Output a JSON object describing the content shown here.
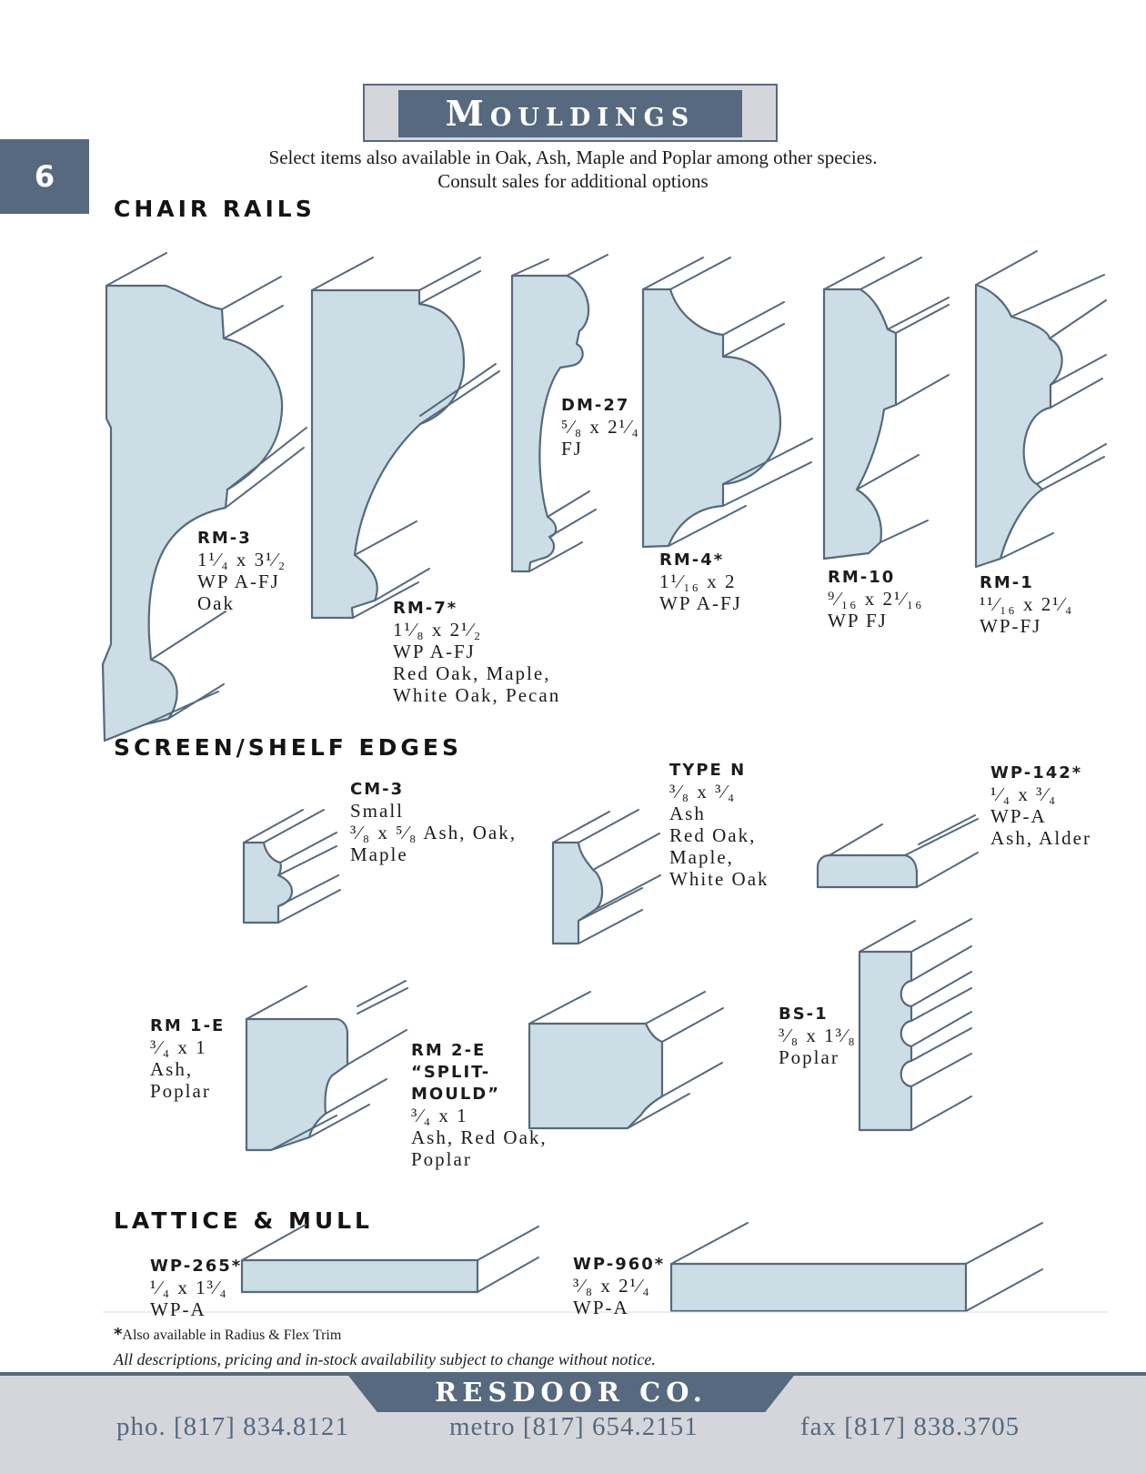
{
  "header": {
    "title": "Mouldings",
    "page_number": "6",
    "subtitle_line1": "Select items also available in Oak, Ash, Maple and Poplar among other species.",
    "subtitle_line2": "Consult sales for additional options"
  },
  "sections": {
    "chair_rails": "CHAIR RAILS",
    "screen_shelf": "SCREEN/SHELF EDGES",
    "lattice": "LATTICE & MULL"
  },
  "products": {
    "rm3": {
      "code": "RM-3",
      "size": "1¹⁄₄ x 3¹⁄₂",
      "l1": "WP A-FJ",
      "l2": "Oak"
    },
    "rm7": {
      "code": "RM-7*",
      "size": "1¹⁄₈ x 2¹⁄₂",
      "l1": "WP A-FJ",
      "l2": "Red Oak, Maple,",
      "l3": "White Oak, Pecan"
    },
    "dm27": {
      "code": "DM-27",
      "size": "⁵⁄₈ x 2¹⁄₄",
      "l1": "FJ"
    },
    "rm4": {
      "code": "RM-4*",
      "size": "1¹⁄₁₆ x 2",
      "l1": "WP A-FJ"
    },
    "rm10": {
      "code": "RM-10",
      "size": "⁹⁄₁₆ x 2¹⁄₁₆",
      "l1": "WP FJ"
    },
    "rm1": {
      "code": "RM-1",
      "size": "¹¹⁄₁₆ x 2¹⁄₄",
      "l1": "WP-FJ"
    },
    "cm3": {
      "code": "CM-3",
      "l1": "Small",
      "size": "³⁄₈ x ⁵⁄₈",
      "l2": "Ash, Oak,",
      "l3": "Maple"
    },
    "typen": {
      "code": "TYPE N",
      "size": "³⁄₈ x ³⁄₄",
      "l1": "Ash",
      "l2": "Red Oak,",
      "l3": "Maple,",
      "l4": "White Oak"
    },
    "wp142": {
      "code": "WP-142*",
      "size": "¹⁄₄ x ³⁄₄",
      "l1": "WP-A",
      "l2": "Ash, Alder"
    },
    "rm1e": {
      "code": "RM 1-E",
      "size": "³⁄₄ x 1",
      "l1": "Ash,",
      "l2": "Poplar"
    },
    "rm2e": {
      "code": "RM 2-E",
      "code2": "“SPLIT-",
      "code3": "MOULD”",
      "size": "³⁄₄ x 1",
      "l1": "Ash, Red Oak,",
      "l2": "Poplar"
    },
    "bs1": {
      "code": "BS-1",
      "size": "³⁄₈ x 1³⁄₈",
      "l1": "Poplar"
    },
    "wp265": {
      "code": "WP-265*",
      "size": "¹⁄₄ x 1³⁄₄",
      "l1": "WP-A"
    },
    "wp960": {
      "code": "WP-960*",
      "size": "³⁄₈ x 2¹⁄₄",
      "l1": "WP-A"
    }
  },
  "notes": {
    "asterisk": "*",
    "radius": "Also available in Radius & Flex Trim",
    "disclaimer": "All descriptions, pricing and in-stock availability subject to change without notice."
  },
  "footer": {
    "company": "RESDOOR CO.",
    "phone": "pho. [817] 834.8121",
    "metro": "metro [817] 654.2151",
    "fax": "fax [817] 838.3705"
  },
  "colors": {
    "accent": "#56697e",
    "profile_fill": "#ccdde6",
    "band": "#d4d6dc"
  }
}
